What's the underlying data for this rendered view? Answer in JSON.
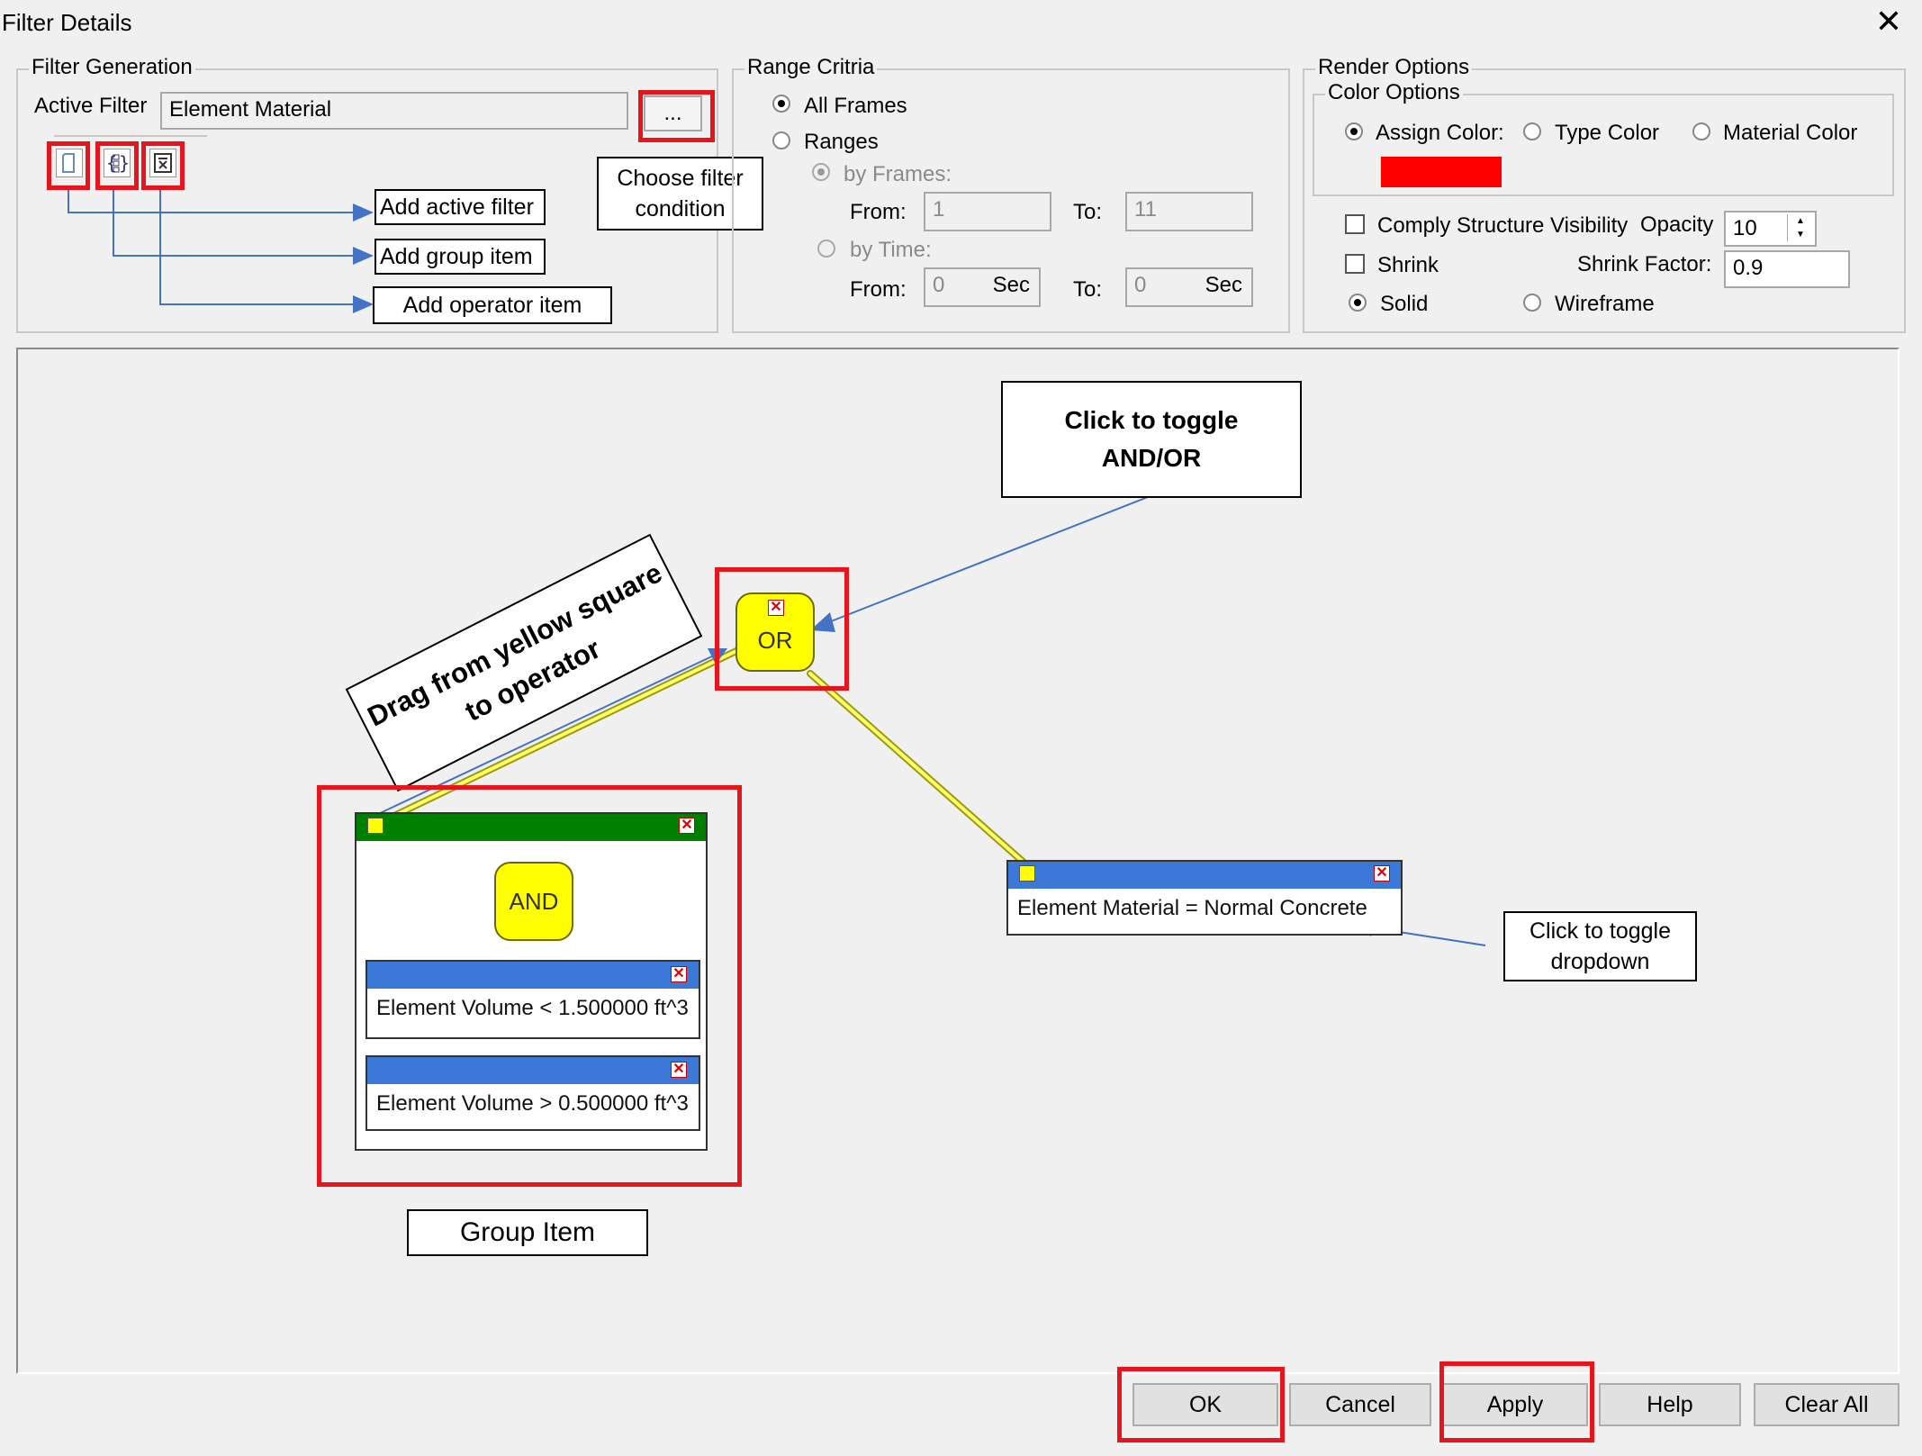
{
  "window": {
    "title": "Filter Details",
    "close_glyph": "✕"
  },
  "filter_generation": {
    "legend": "Filter Generation",
    "active_filter_label": "Active Filter",
    "active_filter_value": "Element Material",
    "browse_button": "...",
    "toolbar_icons": [
      "add-active-filter-icon",
      "add-group-item-icon",
      "add-operator-item-icon"
    ]
  },
  "range_criteria": {
    "legend": "Range Critria",
    "all_frames": "All Frames",
    "ranges": "Ranges",
    "by_frames": "by Frames:",
    "from_label": "From:",
    "to_label": "To:",
    "frames_from": "1",
    "frames_to": "11",
    "by_time": "by Time:",
    "time_from": "0",
    "time_to": "0",
    "sec": "Sec"
  },
  "render_options": {
    "legend": "Render Options",
    "color_legend": "Color Options",
    "assign_color": "Assign Color:",
    "type_color": "Type Color",
    "material_color": "Material Color",
    "assign_color_value": "#ff0000",
    "comply": "Comply Structure Visibility",
    "opacity_label": "Opacity",
    "opacity_value": "10",
    "shrink": "Shrink",
    "shrink_factor_label": "Shrink Factor:",
    "shrink_factor_value": "0.9",
    "solid": "Solid",
    "wireframe": "Wireframe"
  },
  "annotations": {
    "add_active_filter": "Add active filter",
    "add_group_item": "Add group item",
    "add_operator_item": "Add operator item",
    "choose_filter_line1": "Choose filter",
    "choose_filter_line2": "condition",
    "toggle_andor_line1": "Click to toggle",
    "toggle_andor_line2": "AND/OR",
    "drag_line1": "Drag from yellow square",
    "drag_line2": "to operator",
    "toggle_dropdown_line1": "Click to toggle",
    "toggle_dropdown_line2": "dropdown",
    "group_item": "Group Item"
  },
  "canvas": {
    "or_operator": "OR",
    "and_operator": "AND",
    "cond_volume_lt": "Element Volume < 1.500000  ft^3",
    "cond_volume_gt": "Element Volume > 0.500000  ft^3",
    "cond_material": "Element Material = Normal Concrete"
  },
  "buttons": {
    "ok": "OK",
    "cancel": "Cancel",
    "apply": "Apply",
    "help": "Help",
    "clear_all": "Clear All"
  }
}
